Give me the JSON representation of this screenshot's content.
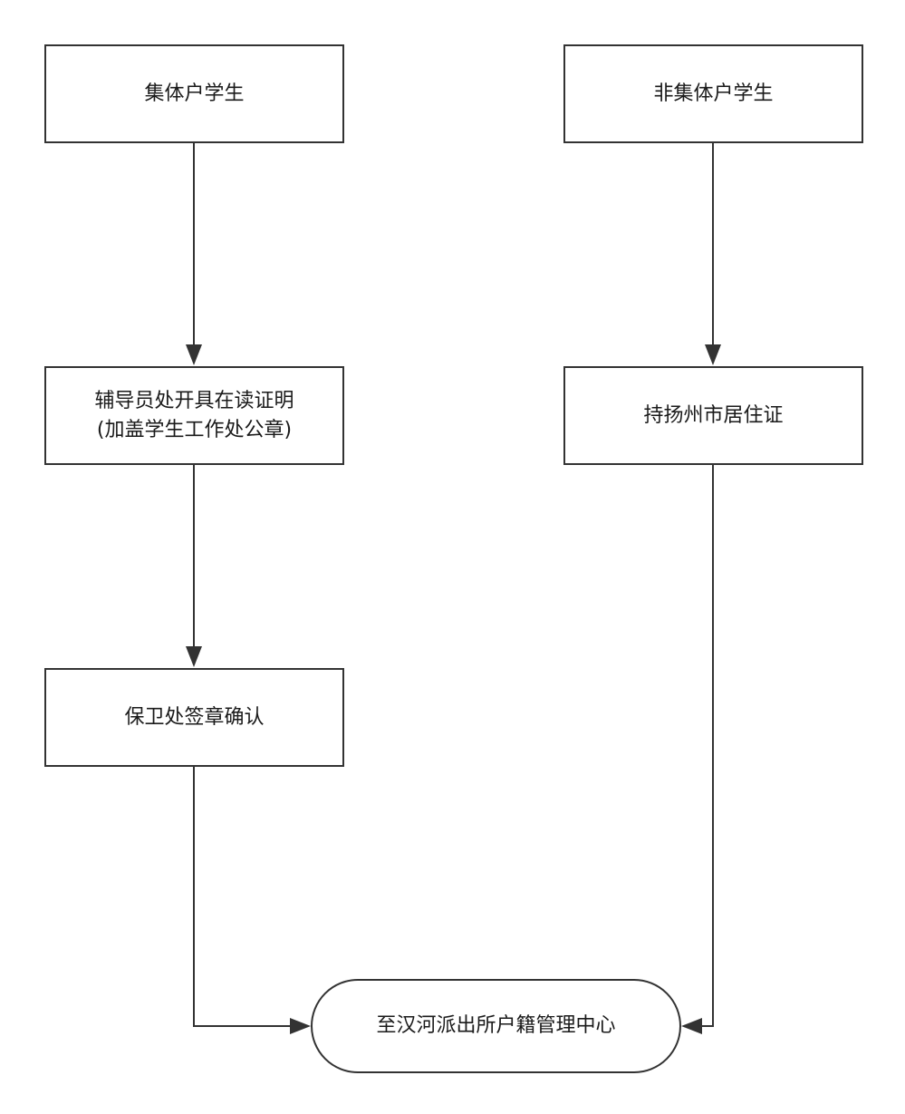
{
  "nodes": {
    "collective_students": "集体户学生",
    "non_collective_students": "非集体户学生",
    "counselor_certificate": "辅导员处开具在读证明\n(加盖学生工作处公章)",
    "yangzhou_residence_permit": "持扬州市居住证",
    "security_office_stamp": "保卫处签章确认",
    "hanhe_police_station": "至汉河派出所户籍管理中心"
  },
  "colors": {
    "stroke": "#333333",
    "text": "#1a1a1a",
    "background": "#ffffff"
  }
}
